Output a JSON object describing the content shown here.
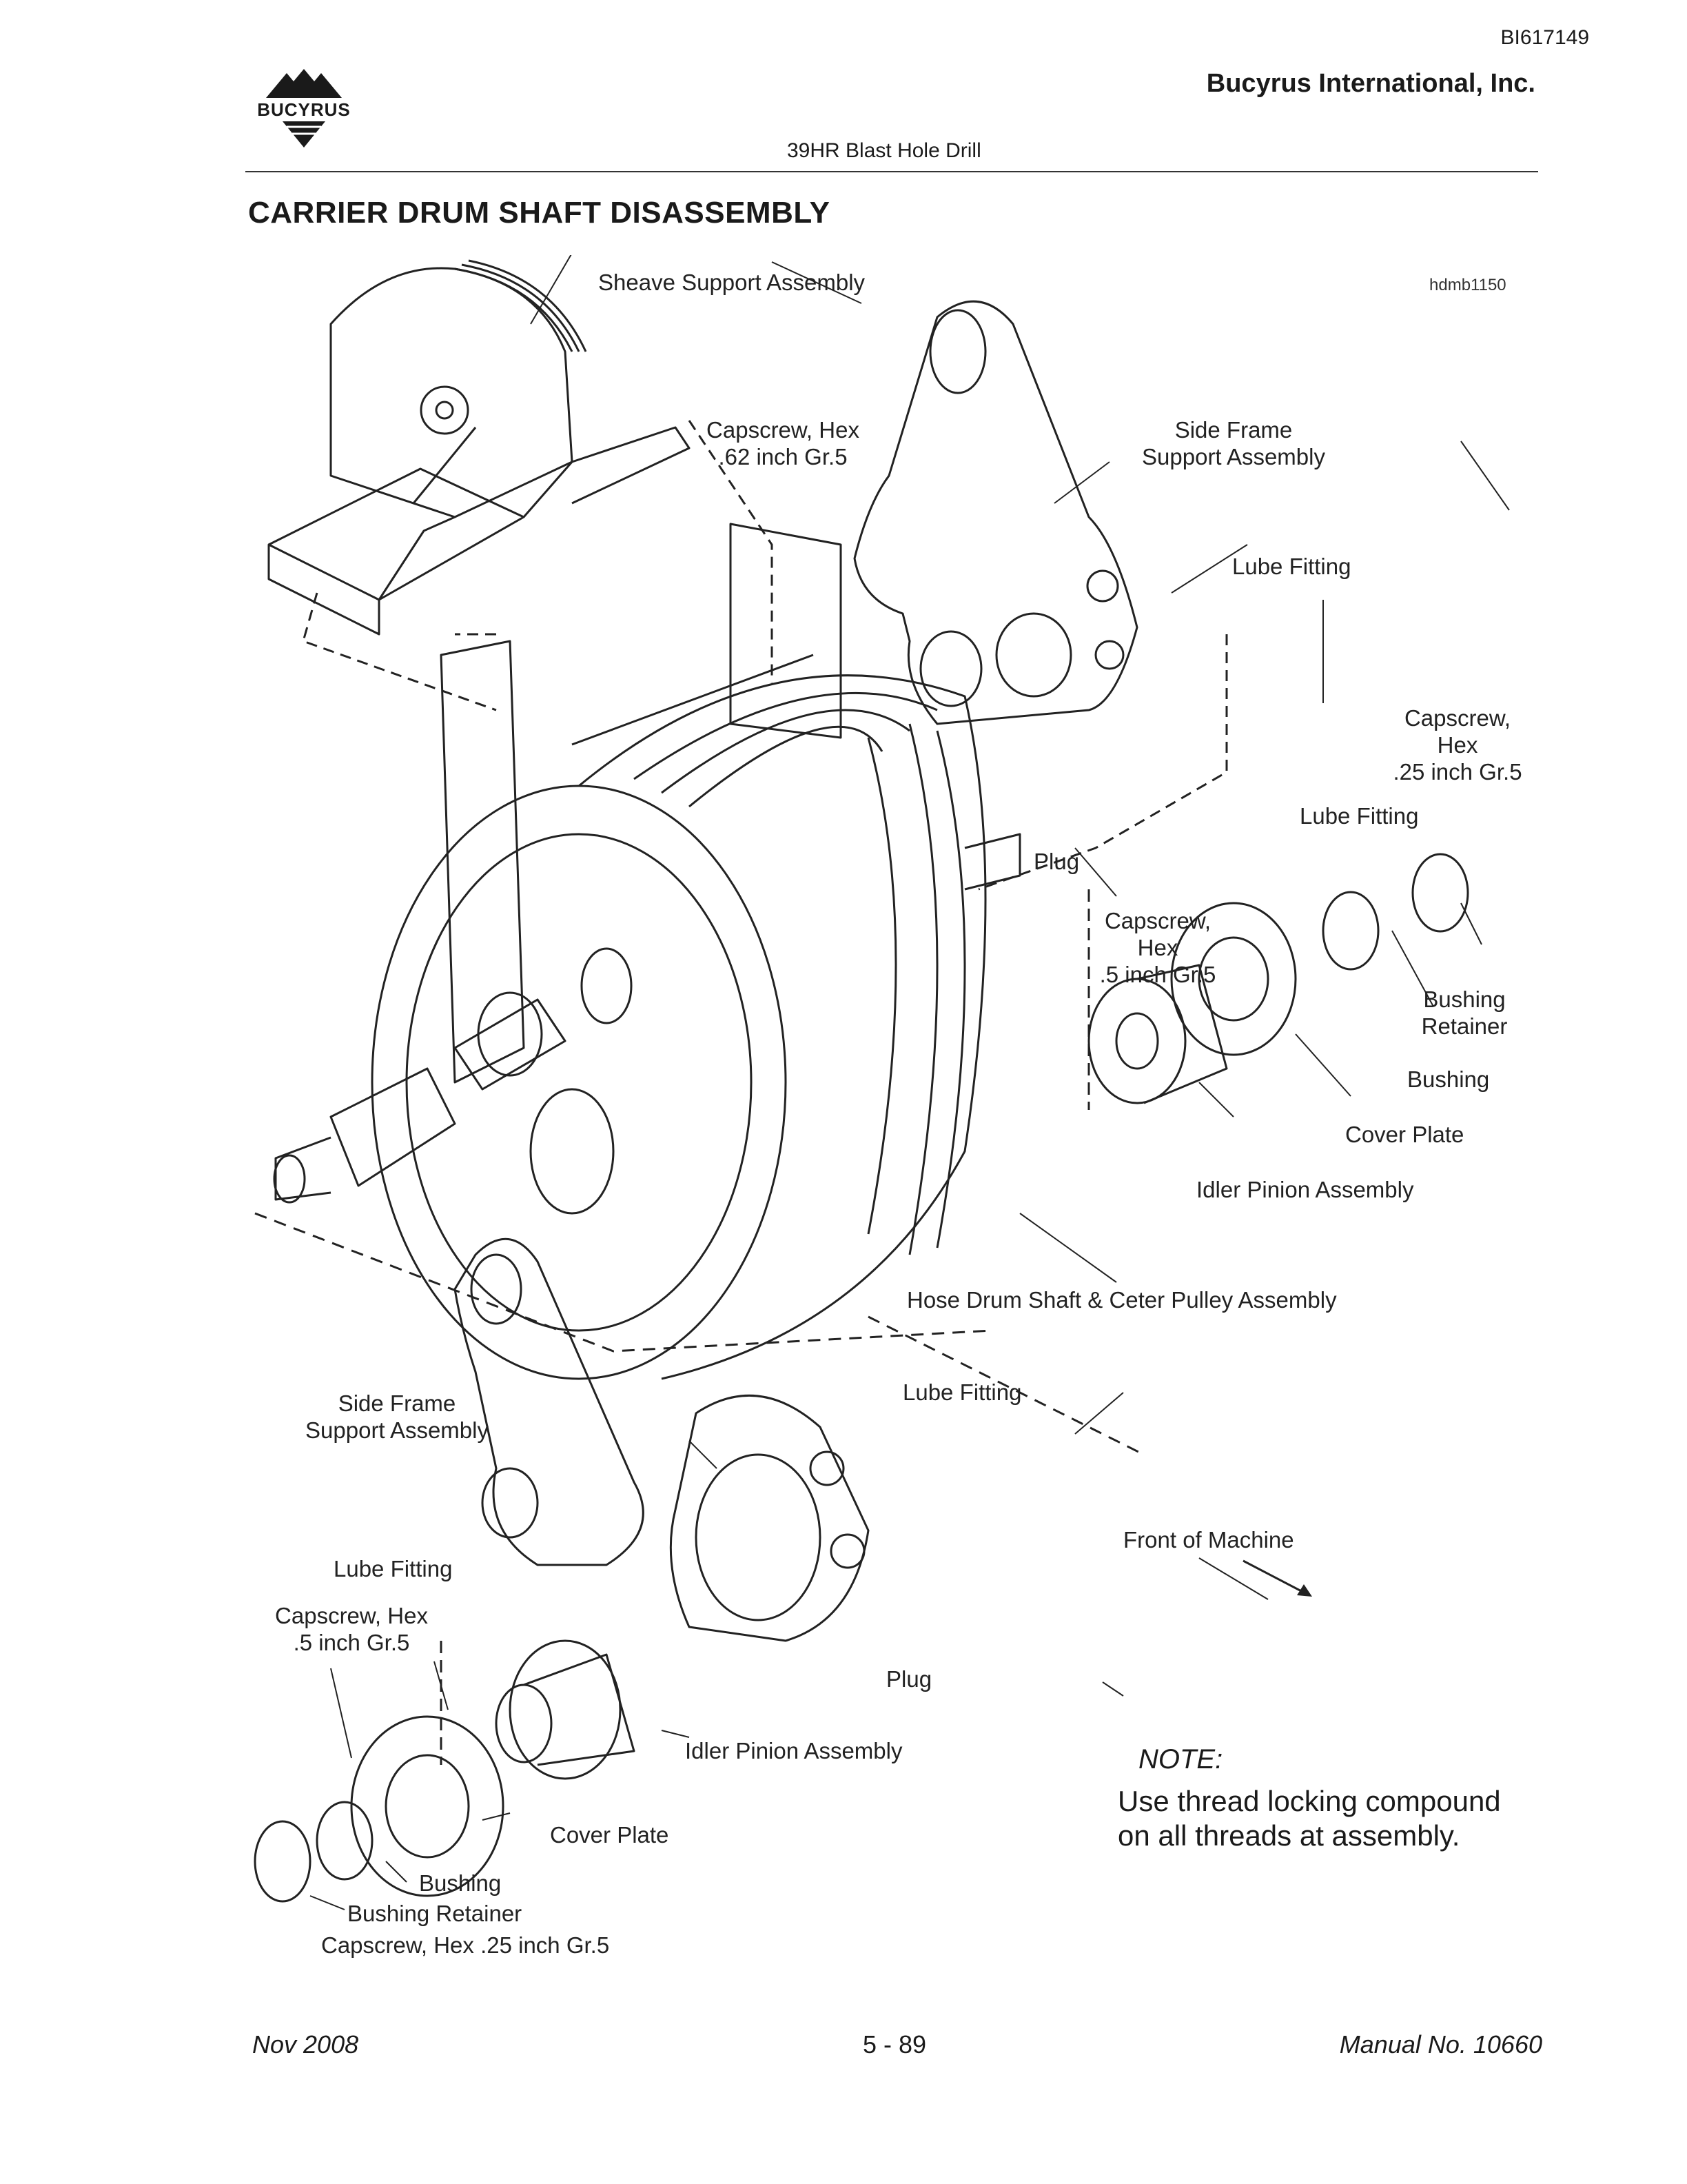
{
  "header": {
    "doc_id": "BI617149",
    "company": "Bucyrus International, Inc.",
    "logo_text": "BUCYRUS",
    "subtitle": "39HR Blast Hole Drill"
  },
  "page_title": "CARRIER DRUM SHAFT DISASSEMBLY",
  "figure": {
    "figure_id": "hdmb1150",
    "labels": {
      "sheave_support": "Sheave Support Assembly",
      "capscrew_62_l1": "Capscrew, Hex",
      "capscrew_62_l2": ".62 inch Gr.5",
      "side_frame_top_l1": "Side Frame",
      "side_frame_top_l2": "Support Assembly",
      "lube_fitting_top": "Lube Fitting",
      "capscrew_25_top_l1": "Capscrew,",
      "capscrew_25_top_l2": "Hex",
      "capscrew_25_top_l3": ".25 inch Gr.5",
      "lube_fitting_right": "Lube Fitting",
      "plug_top": "Plug",
      "capscrew_5_top_l1": "Capscrew,",
      "capscrew_5_top_l2": "Hex",
      "capscrew_5_top_l3": ".5 inch Gr.5",
      "bushing_retainer_top_l1": "Bushing",
      "bushing_retainer_top_l2": "Retainer",
      "bushing_top": "Bushing",
      "cover_plate_top": "Cover Plate",
      "idler_pinion_top": "Idler Pinion Assembly",
      "hose_drum": "Hose Drum Shaft & Ceter Pulley Assembly",
      "lube_fitting_mid": "Lube Fitting",
      "side_frame_bottom_l1": "Side Frame",
      "side_frame_bottom_l2": "Support Assembly",
      "front_of_machine": "Front of Machine",
      "lube_fitting_bottom": "Lube Fitting",
      "capscrew_5_bottom_l1": "Capscrew, Hex",
      "capscrew_5_bottom_l2": ".5 inch Gr.5",
      "plug_bottom": "Plug",
      "idler_pinion_bottom": "Idler Pinion Assembly",
      "cover_plate_bottom": "Cover Plate",
      "bushing_bottom": "Bushing",
      "bushing_retainer_bottom": "Bushing Retainer",
      "capscrew_25_bottom": "Capscrew, Hex .25 inch Gr.5"
    }
  },
  "note": {
    "title": "NOTE:",
    "line1": "Use thread locking compound",
    "line2": "on all threads at assembly."
  },
  "footer": {
    "date": "Nov 2008",
    "page": "5 - 89",
    "manual": "Manual No. 10660"
  }
}
